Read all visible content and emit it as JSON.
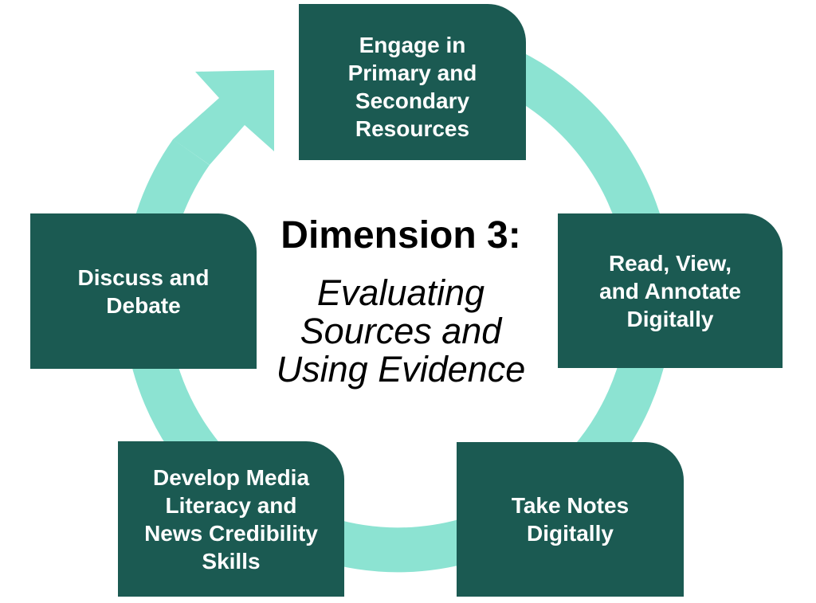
{
  "diagram": {
    "center": {
      "title": "Dimension 3:",
      "subtitle": "Evaluating\nSources and\nUsing Evidence"
    },
    "nodes": [
      {
        "id": "engage-resources",
        "position": "top",
        "label": "Engage in\nPrimary and\nSecondary\nResources"
      },
      {
        "id": "read-view-annotate",
        "position": "right",
        "label": "Read, View,\nand Annotate\nDigitally"
      },
      {
        "id": "take-notes",
        "position": "bottom-right",
        "label": "Take Notes\nDigitally"
      },
      {
        "id": "media-literacy",
        "position": "bottom-left",
        "label": "Develop Media\nLiteracy and\nNews Credibility\nSkills"
      },
      {
        "id": "discuss-debate",
        "position": "left",
        "label": "Discuss and\nDebate"
      }
    ],
    "colors": {
      "box": "#1B5A52",
      "arrow": "#8CE3D2",
      "box_text": "#FFFFFF",
      "center_text": "#000000",
      "background": "#FFFFFF"
    },
    "flow_direction": "clockwise"
  }
}
